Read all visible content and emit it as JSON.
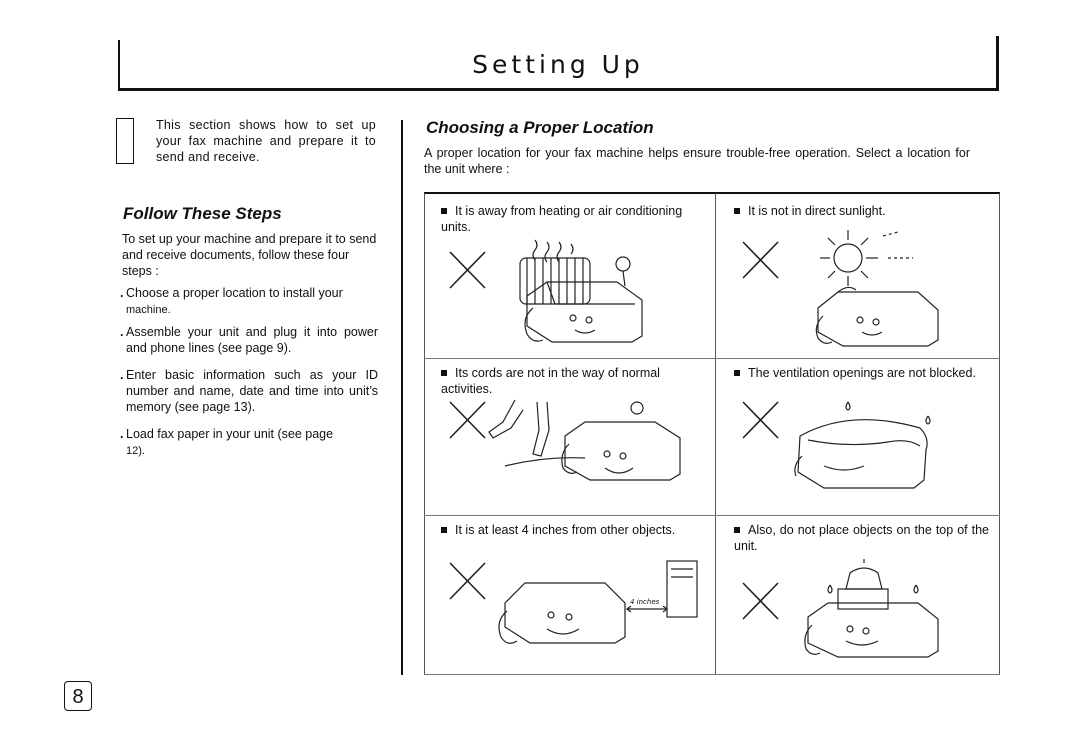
{
  "header": {
    "title": "Setting Up"
  },
  "intro": {
    "text": "This section shows how to set up your fax machine and prepare it to send and receive."
  },
  "follow": {
    "heading": "Follow These Steps",
    "text": "To set up your machine and prepare it to send and receive documents, follow these four steps :",
    "steps": [
      {
        "main": "Choose a proper location to install your",
        "tail": "machine."
      },
      {
        "main": "Assemble your unit and plug it into power and phone lines (see page 9).",
        "tail": ""
      },
      {
        "main": "Enter basic information such as your ID number and name, date and time into unit’s memory (see page 13).",
        "tail": ""
      },
      {
        "main": "Load fax paper in your unit (see page",
        "tail": "12)."
      }
    ]
  },
  "location": {
    "heading": "Choosing a Proper Location",
    "text": "A proper location for your fax machine helps ensure trouble-free operation. Select a location for the unit where :",
    "cells": [
      {
        "text": "It is away from heating or air conditioning units."
      },
      {
        "text": "It is not in direct sunlight."
      },
      {
        "text": "Its cords are not in the way of normal activities."
      },
      {
        "text": "The ventilation openings are not blocked."
      },
      {
        "text": "It is at least 4 inches from other objects.",
        "annotation": "4 inches"
      },
      {
        "text": "Also, do not place objects on the top of the unit."
      }
    ]
  },
  "page": {
    "number": "8"
  }
}
